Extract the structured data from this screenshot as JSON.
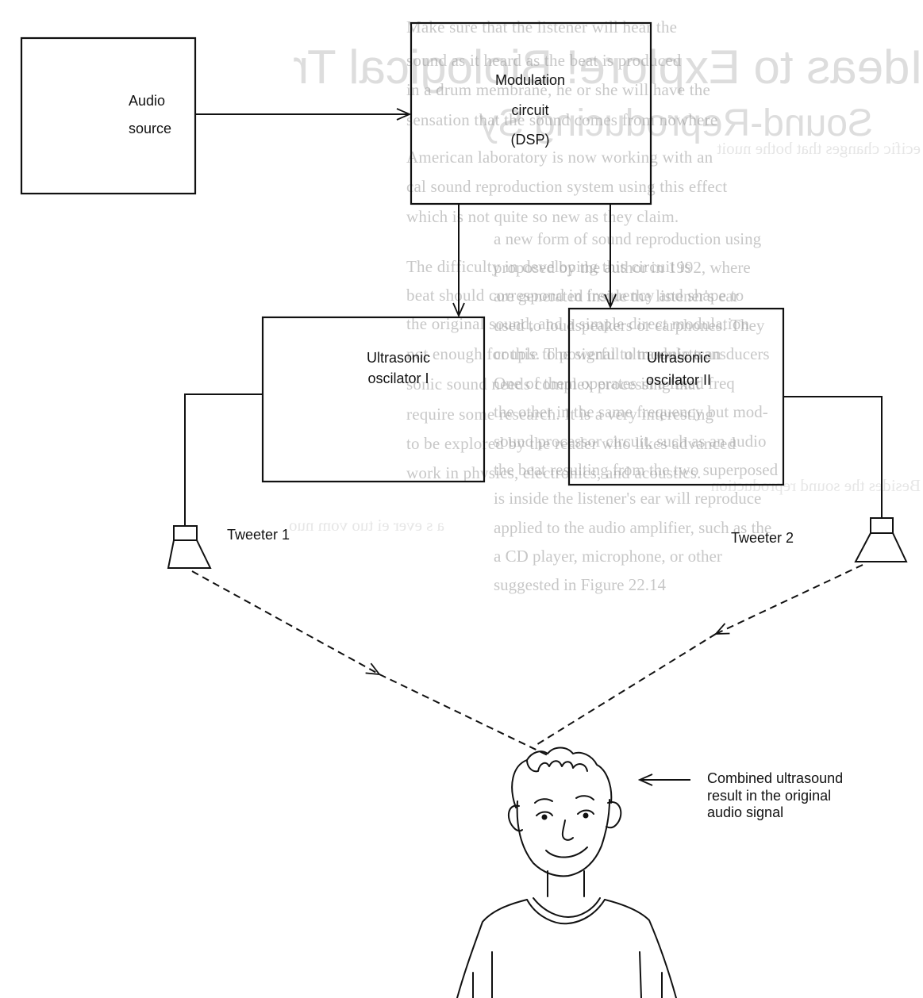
{
  "blocks": {
    "audio_source": [
      "Audio",
      "source"
    ],
    "modulation": [
      "Modulation",
      "circuit",
      "(DSP)"
    ],
    "oscillator_1": [
      "Ultrasonic",
      "oscilator I"
    ],
    "oscillator_2": [
      "Ultrasonic",
      "oscilator II"
    ]
  },
  "tweeters": {
    "tweeter_1": "Tweeter 1",
    "tweeter_2": "Tweeter 2"
  },
  "annotation": [
    "Combined ultrasound",
    "result in the original",
    "audio signal"
  ],
  "ghost_text": {
    "left_lines": [
      "Make sure that the listener will hear the",
      "sound as it heard as the beat is produced",
      "in a drum membrane, he or she will have the",
      "sensation that the sound comes from nowhere",
      "American laboratory is now working with an",
      "cal sound reproduction system using this effect",
      "which is not quite so new as they claim.",
      "The difficulty in developing this circuit is",
      "beat should correspond in frequency and shape to",
      "the original sound, and a simple direct modulation",
      "not enough for this. The signal to modulate an",
      "sonic sound needs complex processing that",
      "require some research. It is a very interesting",
      "to be explored by the reader who likes advanced",
      "work in physics, electronics, and acoustics."
    ],
    "right_lines": [
      "a new form of sound reproduction using",
      "proposed by the author in 1992, where",
      "are generated inside the listener's ear",
      "used to loudspeakers or earphones. They",
      "couple to powerful ultrasonic transducers",
      "One of them operates in a fixed freq",
      "the other in the same frequency but mod-",
      "sound processor circuit, such as an audio",
      "the beat resulting from the two superposed",
      "is inside the listener's ear will reproduce",
      "applied to the audio amplifier, such as the",
      "a CD player, microphone, or other",
      "suggested in Figure 22.14"
    ]
  }
}
